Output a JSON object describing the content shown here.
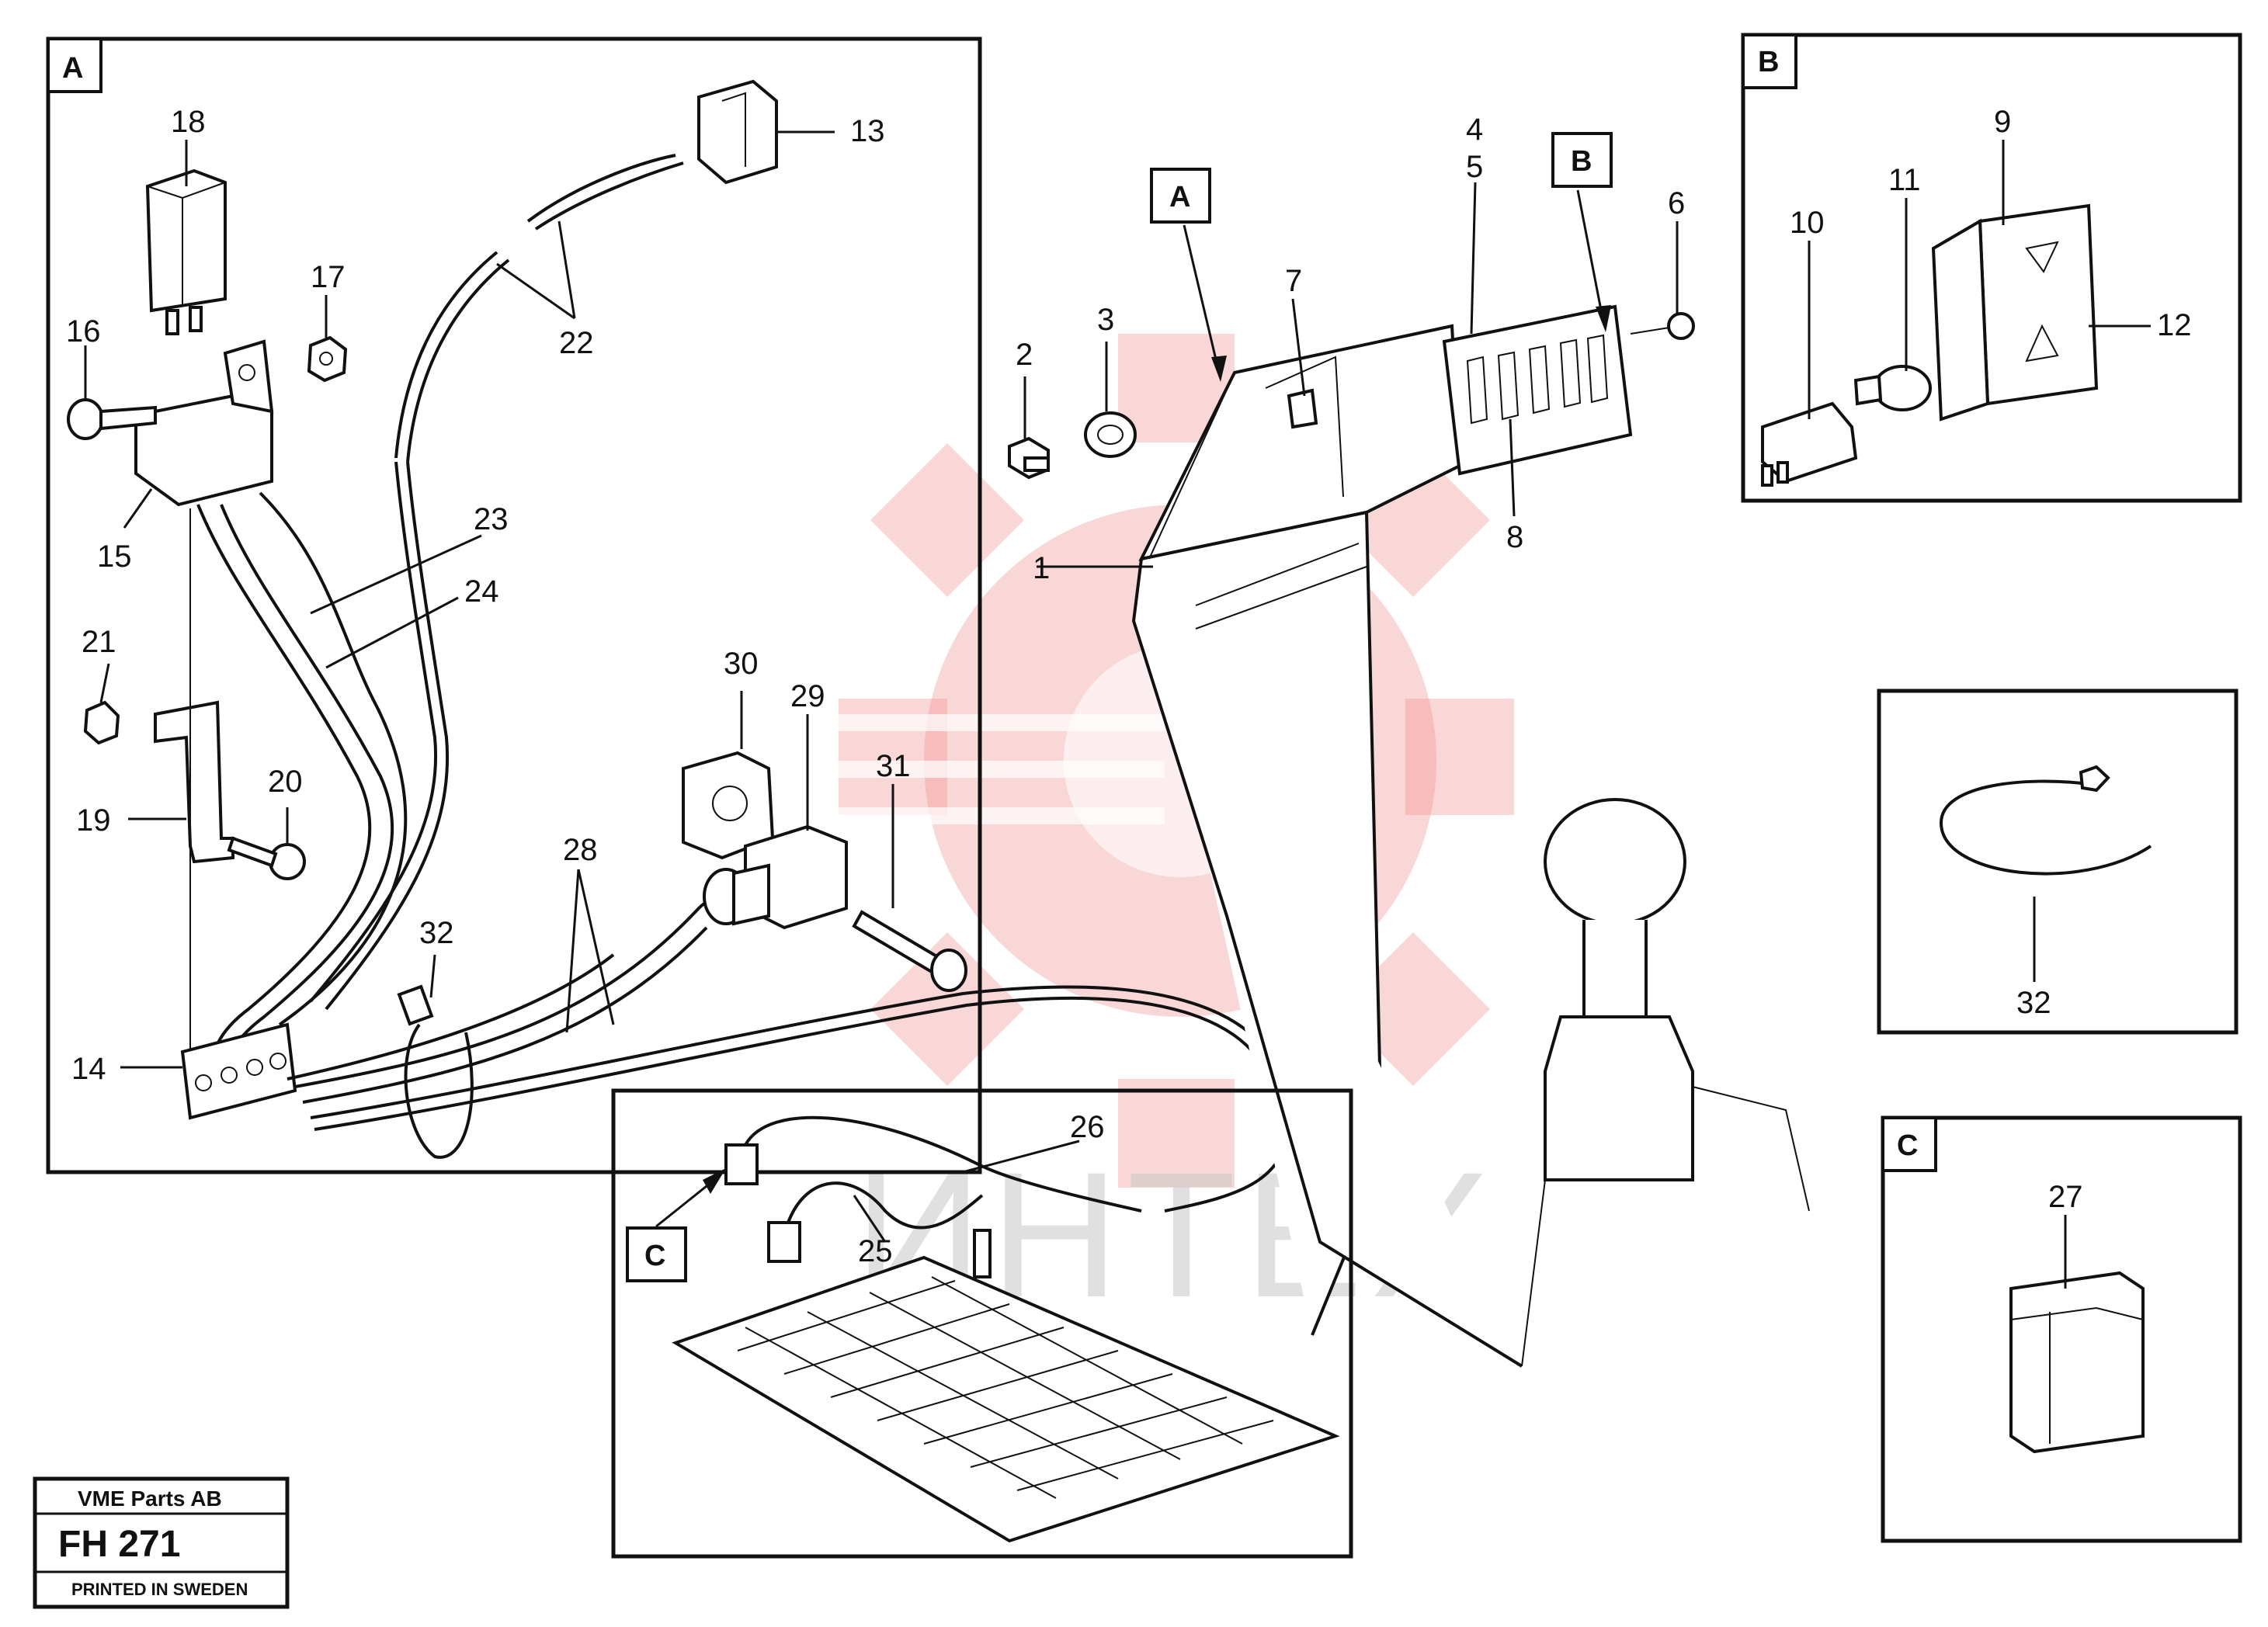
{
  "callouts": {
    "c1": "1",
    "c2": "2",
    "c3": "3",
    "c4": "4",
    "c5": "5",
    "c6": "6",
    "c7": "7",
    "c8": "8",
    "c9": "9",
    "c10": "10",
    "c11": "11",
    "c12": "12",
    "c13": "13",
    "c14": "14",
    "c15": "15",
    "c16": "16",
    "c17": "17",
    "c18": "18",
    "c19": "19",
    "c20": "20",
    "c21": "21",
    "c22": "22",
    "c23": "23",
    "c24": "24",
    "c25": "25",
    "c26": "26",
    "c27": "27",
    "c28": "28",
    "c29": "29",
    "c30": "30",
    "c31": "31",
    "c32a": "32",
    "c32b": "32"
  },
  "detail_labels": {
    "a_box": "A",
    "a_ref": "A",
    "b_box": "B",
    "b_ref": "B",
    "c_box": "C",
    "c_ref": "C"
  },
  "watermark": {
    "text": "ИНТЕХ",
    "color": "#f28b8b"
  },
  "stamp": {
    "company": "VME Parts AB",
    "code": "FH 271",
    "printed": "PRINTED IN SWEDEN"
  }
}
